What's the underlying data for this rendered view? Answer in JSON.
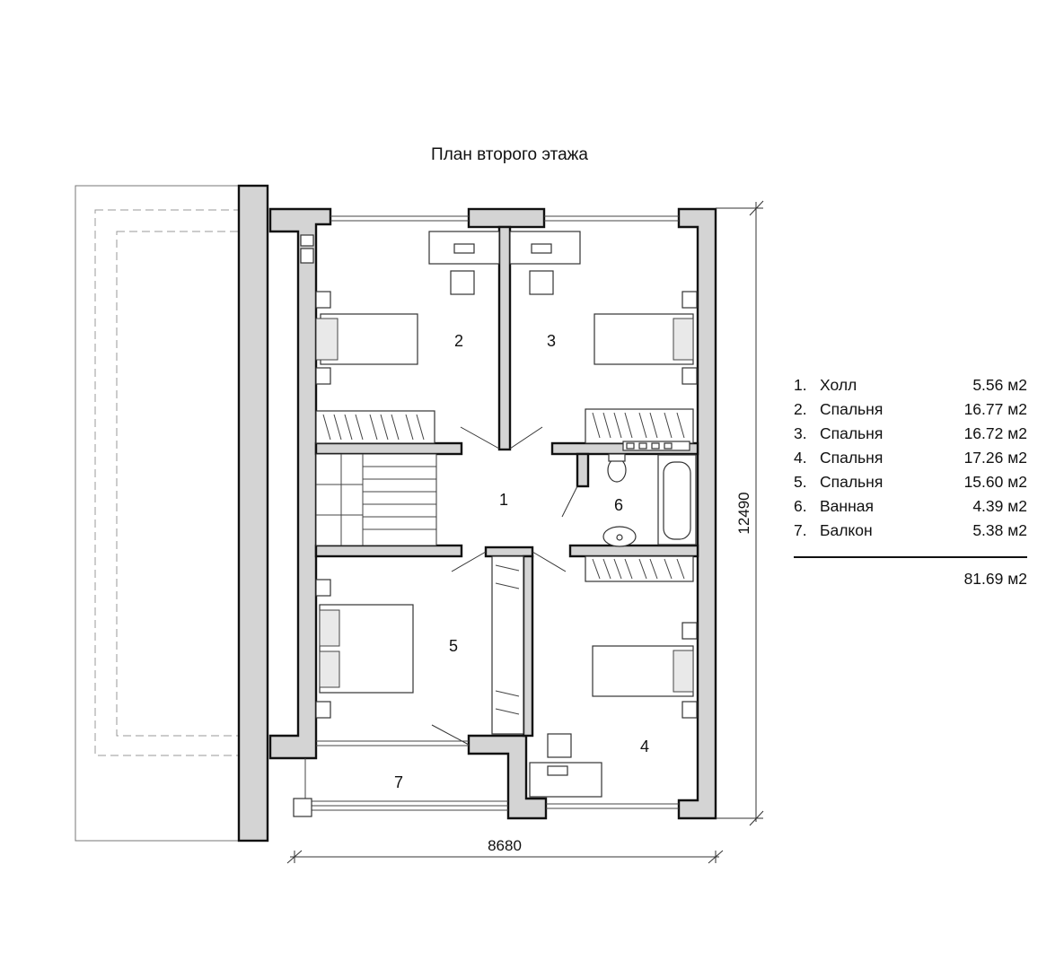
{
  "title": "План второго этажа",
  "rooms": [
    {
      "no": "1",
      "name": "Холл",
      "area": "5.56 м2"
    },
    {
      "no": "2",
      "name": "Спальня",
      "area": "16.77 м2"
    },
    {
      "no": "3",
      "name": "Спальня",
      "area": "16.72 м2"
    },
    {
      "no": "4",
      "name": "Спальня",
      "area": "17.26 м2"
    },
    {
      "no": "5",
      "name": "Спальня",
      "area": "15.60 м2"
    },
    {
      "no": "6",
      "name": "Ванная",
      "area": "4.39 м2"
    },
    {
      "no": "7",
      "name": "Балкон",
      "area": "5.38 м2"
    }
  ],
  "legend_numbers": [
    "1.",
    "2.",
    "3.",
    "4.",
    "5.",
    "6.",
    "7."
  ],
  "total_area": "81.69 м2",
  "dimensions": {
    "width": "8680",
    "height": "12490"
  }
}
